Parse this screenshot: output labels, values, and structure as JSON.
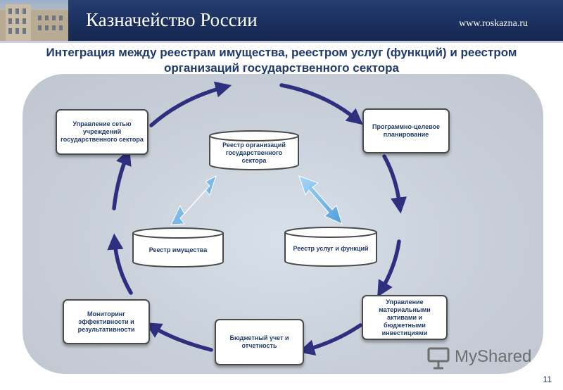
{
  "header": {
    "title": "Казначейство России",
    "url": "www.roskazna.ru"
  },
  "slide": {
    "title_line1": "Интеграция между реестрам имущества, реестром услуг (функций) и реестром",
    "title_line2": "организаций государственного сектора",
    "page_number": "11"
  },
  "cycle_nodes": {
    "network": "Управление сетью учреждений государственного сектора",
    "planning": "Программно-целевое планирование",
    "assets": "Управление материальными активами и бюджетными инвестициями",
    "accounting": "Бюджетный учет и отчетность",
    "monitoring": "Мониторинг эффективности и результативности"
  },
  "registries": {
    "organizations": "Реестр организаций государственного сектора",
    "property": "Реестр имущества",
    "services": "Реестр услуг и функций"
  },
  "watermark": "MyShared",
  "colors": {
    "header_bg": "#1b2f5e",
    "title_text": "#1f3a6c",
    "cycle_arrow": "#2e2f7f",
    "double_arrow": "#6fb2e6"
  }
}
